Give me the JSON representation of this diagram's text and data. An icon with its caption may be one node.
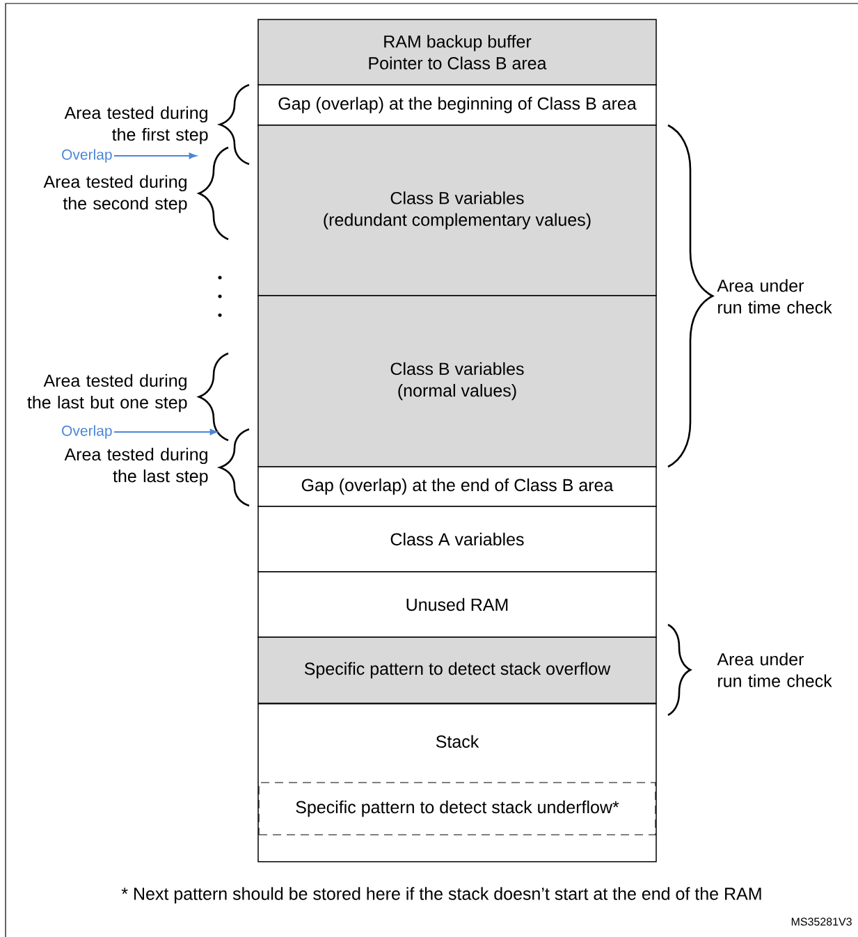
{
  "diagram": {
    "nodes": [
      {
        "text": [
          "RAM backup buffer",
          "Pointer to Class B area"
        ]
      },
      {
        "text": [
          "Gap (overlap) at the beginning of Class B area"
        ]
      },
      {
        "text": [
          "Class B variables",
          "(redundant complementary values)"
        ]
      },
      {
        "text": [
          "Class B variables",
          "(normal values)"
        ]
      },
      {
        "text": [
          "Gap (overlap) at the end of Class B area"
        ]
      },
      {
        "text": [
          "Class A variables"
        ]
      },
      {
        "text": [
          "Unused RAM"
        ]
      },
      {
        "text": [
          "Specific pattern to detect stack overflow"
        ]
      },
      {
        "text": [
          "Stack"
        ]
      },
      {
        "text": [
          "Specific pattern to detect stack underflow*"
        ],
        "in": 8
      },
      {
        "text": [
          "Overlap"
        ]
      },
      {
        "text": [
          "Overlap"
        ]
      },
      {
        "text": [],
        "shape": "brace"
      },
      {
        "text": [],
        "shape": "brace"
      }
    ],
    "edges": [
      {
        "from": 10,
        "to": 12,
        "arrow": "to"
      },
      {
        "from": 11,
        "to": 13,
        "arrow": "to"
      }
    ],
    "labels": [
      "Area tested during the first step",
      "Area tested during the second step",
      "Area under run time check",
      "Area tested during the last but one step",
      "Area tested during the last step",
      "Area under run time check",
      "* Next pattern should be stored here if the stack doesn’t start at the end of the RAM",
      "MS35281V3"
    ]
  }
}
